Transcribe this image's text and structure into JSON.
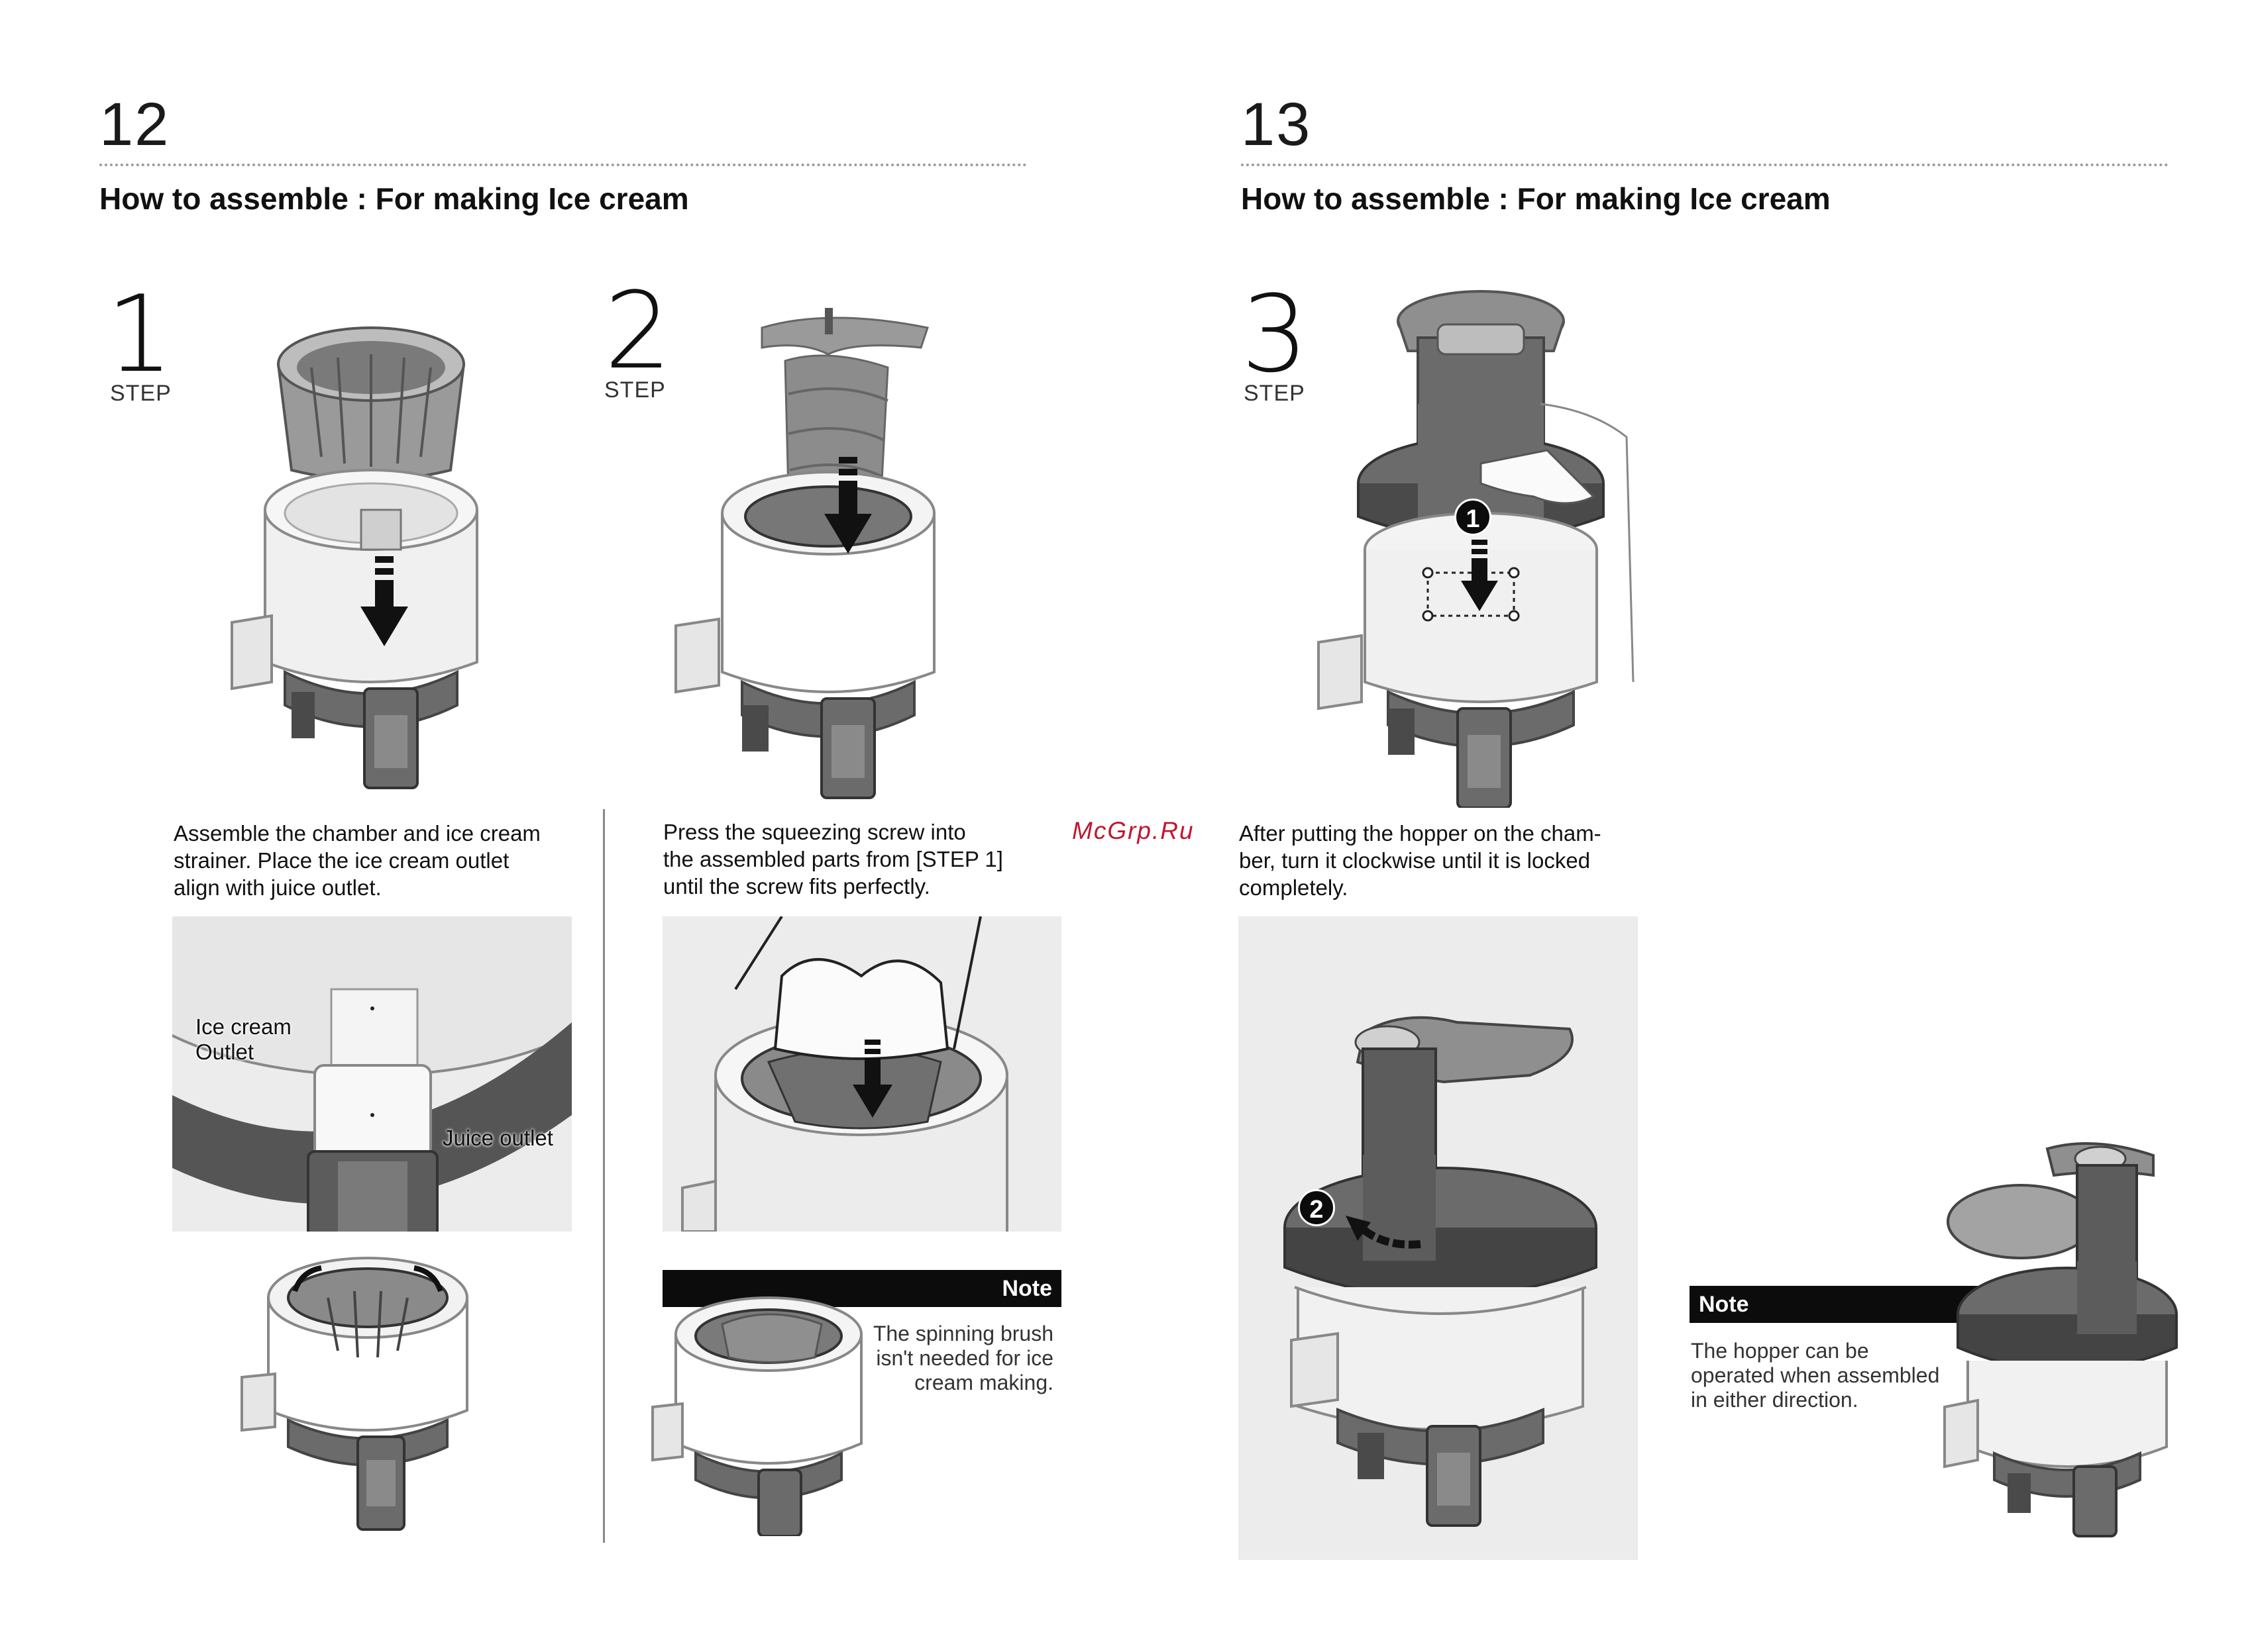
{
  "left_page": {
    "number": "12",
    "title": "How to assemble : For making Ice cream"
  },
  "right_page": {
    "number": "13",
    "title": "How to assemble : For making Ice cream"
  },
  "steps": [
    {
      "number": "1",
      "label": "STEP",
      "text": [
        "Assemble the chamber and ice cream",
        "strainer. Place the ice cream outlet",
        "align with juice outlet."
      ],
      "callouts": {
        "ice_cream_outlet": [
          "Ice cream",
          "Outlet"
        ],
        "juice_outlet": "Juice outlet"
      }
    },
    {
      "number": "2",
      "label": "STEP",
      "text": [
        "Press the squeezing screw into",
        "the assembled parts from [STEP 1]",
        "until the screw fits perfectly."
      ],
      "note": {
        "label": "Note",
        "text": [
          "The spinning brush",
          "isn't needed for ice",
          "cream making."
        ]
      }
    },
    {
      "number": "3",
      "label": "STEP",
      "text": [
        "After putting the hopper on the cham-",
        "ber, turn it clockwise until it is locked",
        "completely."
      ],
      "badges": [
        "1",
        "2"
      ],
      "note": {
        "label": "Note",
        "text": [
          "The hopper can be",
          "operated when assembled",
          "in either direction."
        ]
      }
    }
  ],
  "watermark": "McGrp.Ru",
  "icons": [
    "down-arrow-icon",
    "rotate-clockwise-arrow-icon"
  ],
  "colors": {
    "note_bar": "#0c0c0c",
    "watermark": "#c0172e",
    "panel": "#ececec",
    "part_dark": "#6b6b6b"
  }
}
